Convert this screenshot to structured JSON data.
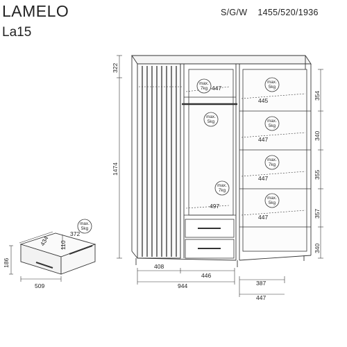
{
  "header": {
    "title": "LAMELO",
    "model": "La15",
    "dims_label": "S/G/W",
    "dims_value": "1455/520/1936"
  },
  "dimensions": {
    "top_section_height": "322",
    "body_height": "1474",
    "shelf1_height": "354",
    "shelf2_height": "340",
    "shelf3_height": "355",
    "shelf4_height": "357",
    "base_height": "340",
    "left_width": "408",
    "middle_width": "446",
    "right_width": "387",
    "inner_total_width": "944",
    "right_depth": "447",
    "hanger_width": "447",
    "middle_shelf_width": "497",
    "right_shelf_width": "445",
    "right_shelf2_width": "447",
    "right_shelf3_width": "447",
    "drawer_depth": "434",
    "drawer_inner": "372",
    "drawer_height_small": "110",
    "drawer_height": "186",
    "drawer_width": "509"
  },
  "load_labels": {
    "max": "max.",
    "kg7": "7kg",
    "kg5": "5kg"
  }
}
